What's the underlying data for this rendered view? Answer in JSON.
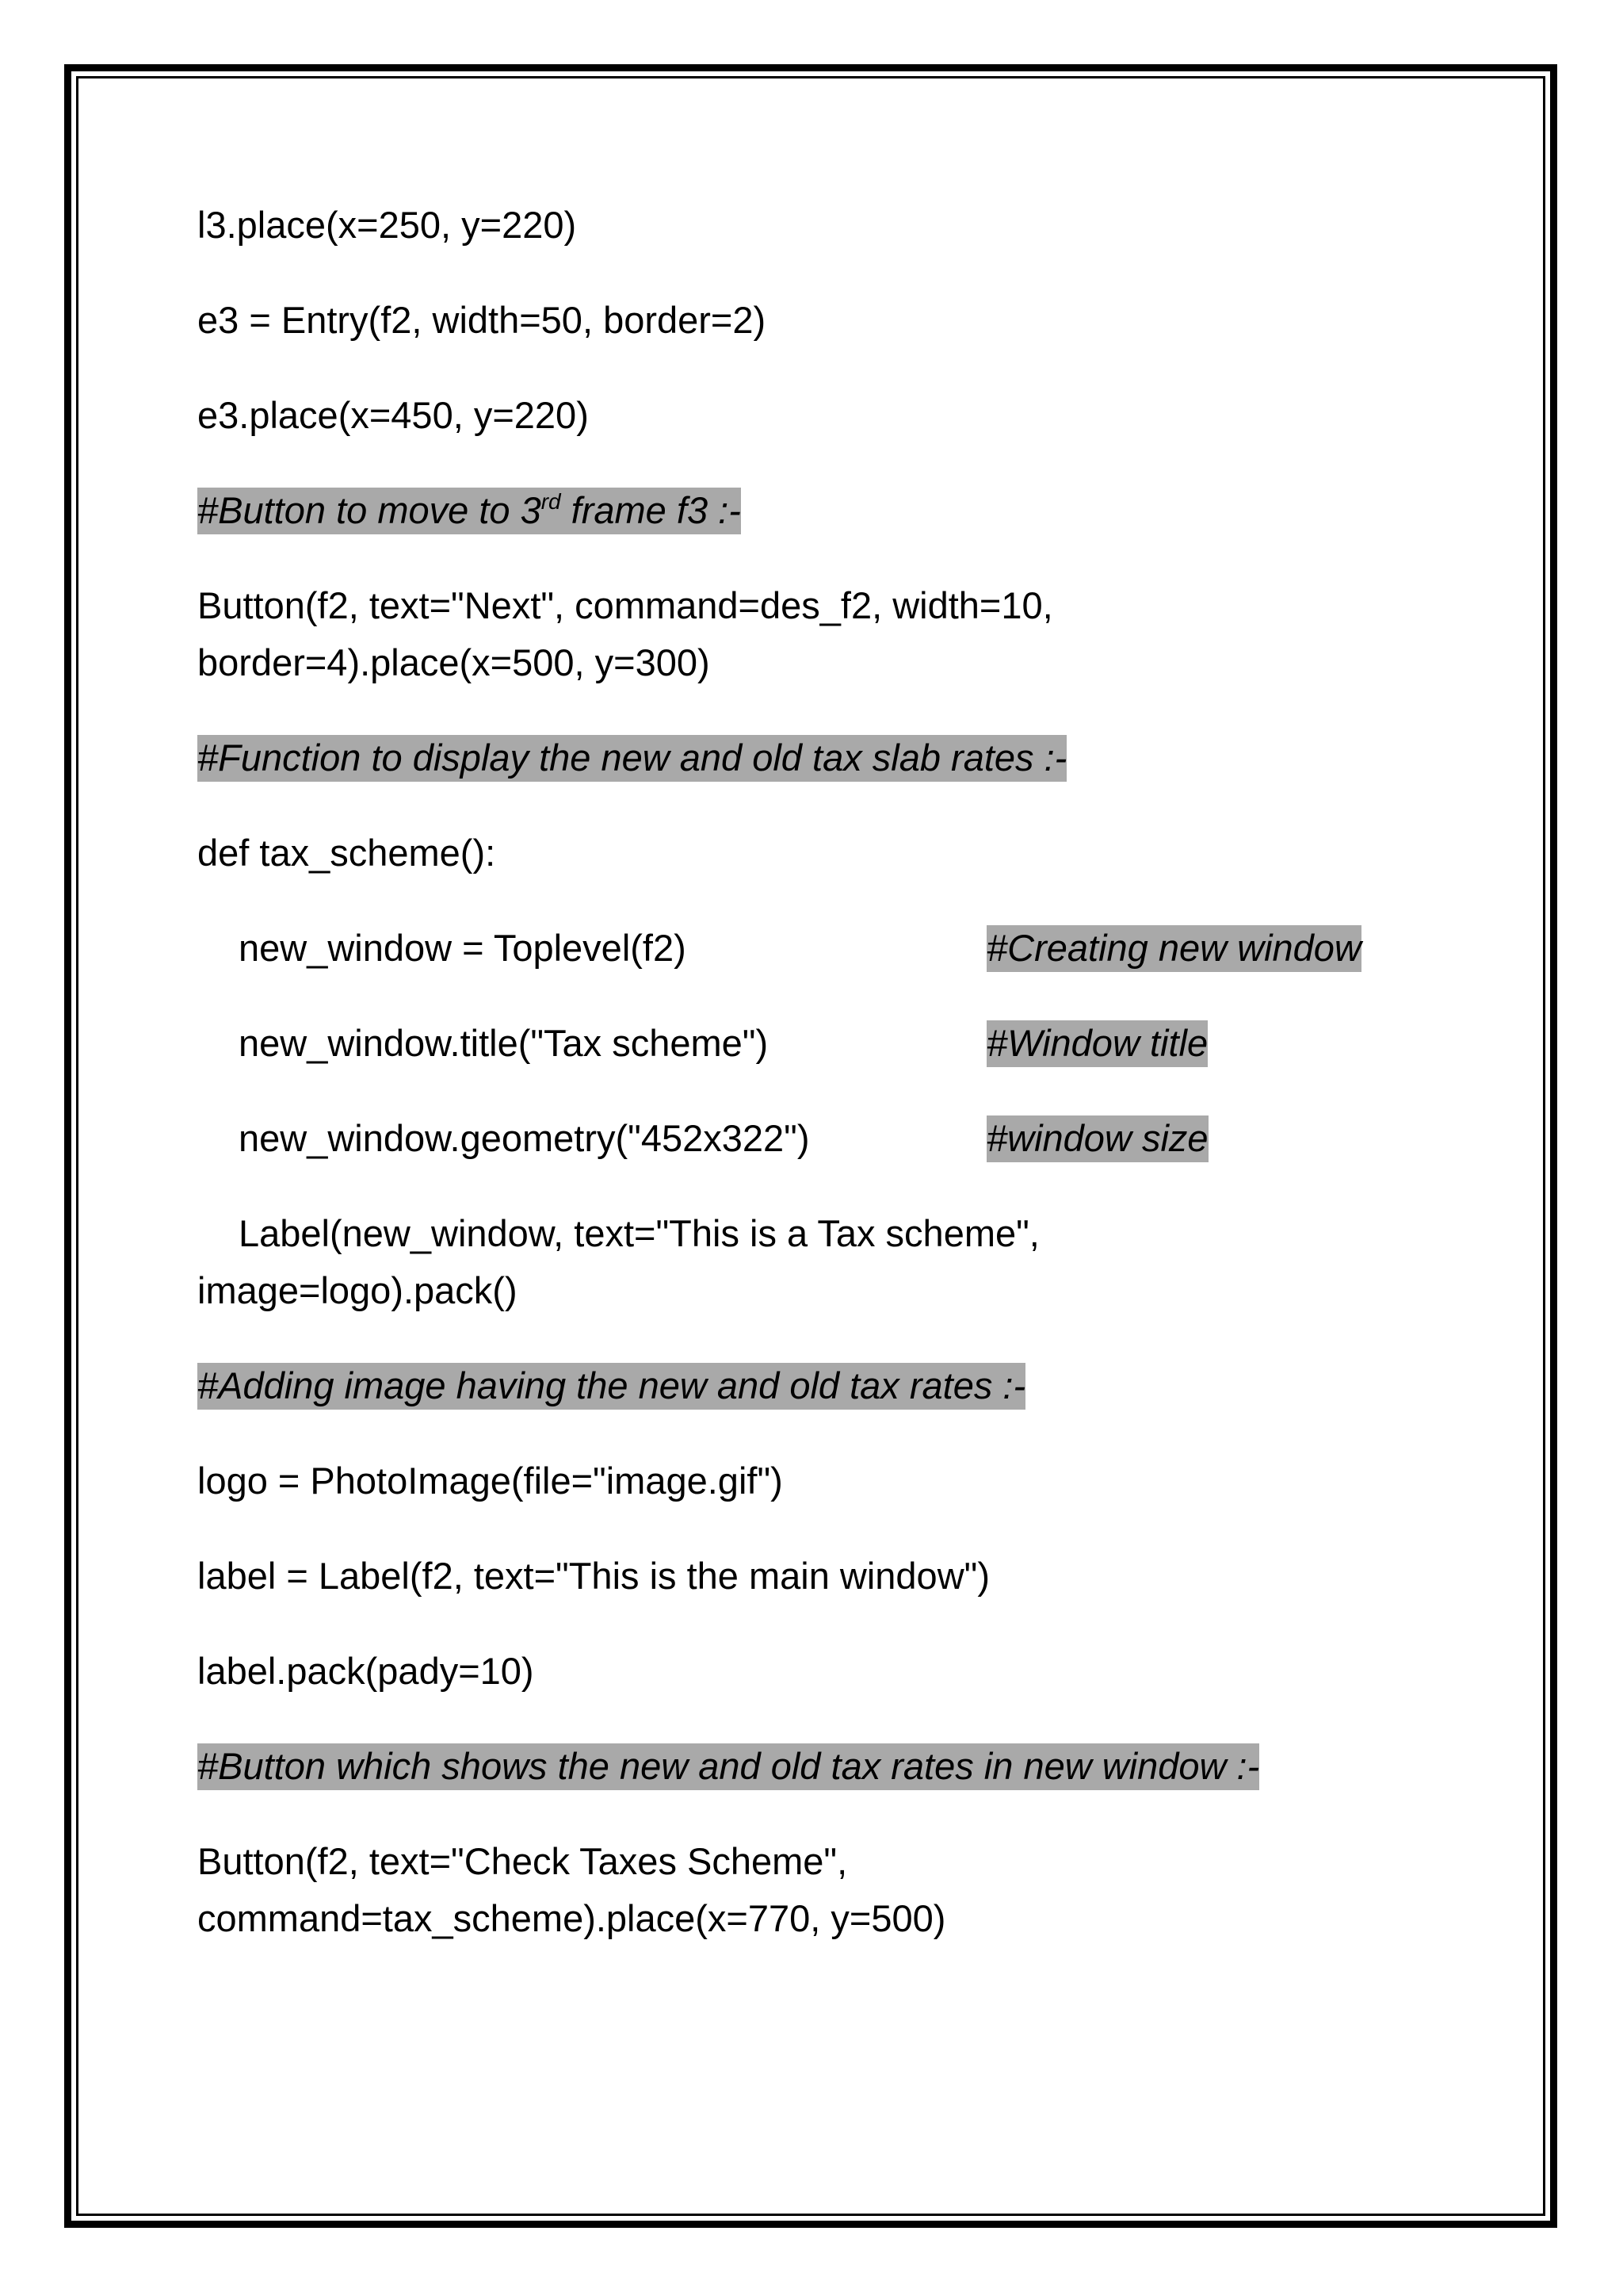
{
  "document": {
    "lines": [
      "l3.place(x=250, y=220)",
      "e3 = Entry(f2, width=50, border=2)",
      "e3.place(x=450, y=220)",
      "Button(f2, text=\"Next\", command=des_f2, width=10,",
      "border=4).place(x=500, y=300)",
      "def tax_scheme():",
      "new_window = Toplevel(f2)",
      "new_window.title(\"Tax scheme\")",
      "new_window.geometry(\"452x322\")",
      "Label(new_window, text=\"This is a Tax scheme\",",
      "image=logo).pack()",
      "logo = PhotoImage(file=\"image.gif\")",
      "label = Label(f2, text=\"This is the main window\")",
      "label.pack(pady=10)",
      "Button(f2, text=\"Check Taxes Scheme\",",
      "command=tax_scheme).place(x=770, y=500)"
    ],
    "comments": {
      "button_frame3_pre": "#Button to move to 3",
      "button_frame3_sup": "rd",
      "button_frame3_post": " frame f3 :-",
      "function_tax_rates": "#Function to display the new and old tax slab rates :-",
      "creating_window": "#Creating new window",
      "window_title": "#Window title",
      "window_size": "#window size",
      "adding_image": "#Adding image having the new and old tax rates :-",
      "button_new_window": "#Button which shows the new and old tax rates in new window :-"
    },
    "highlight_color": "#a9a9a9"
  }
}
